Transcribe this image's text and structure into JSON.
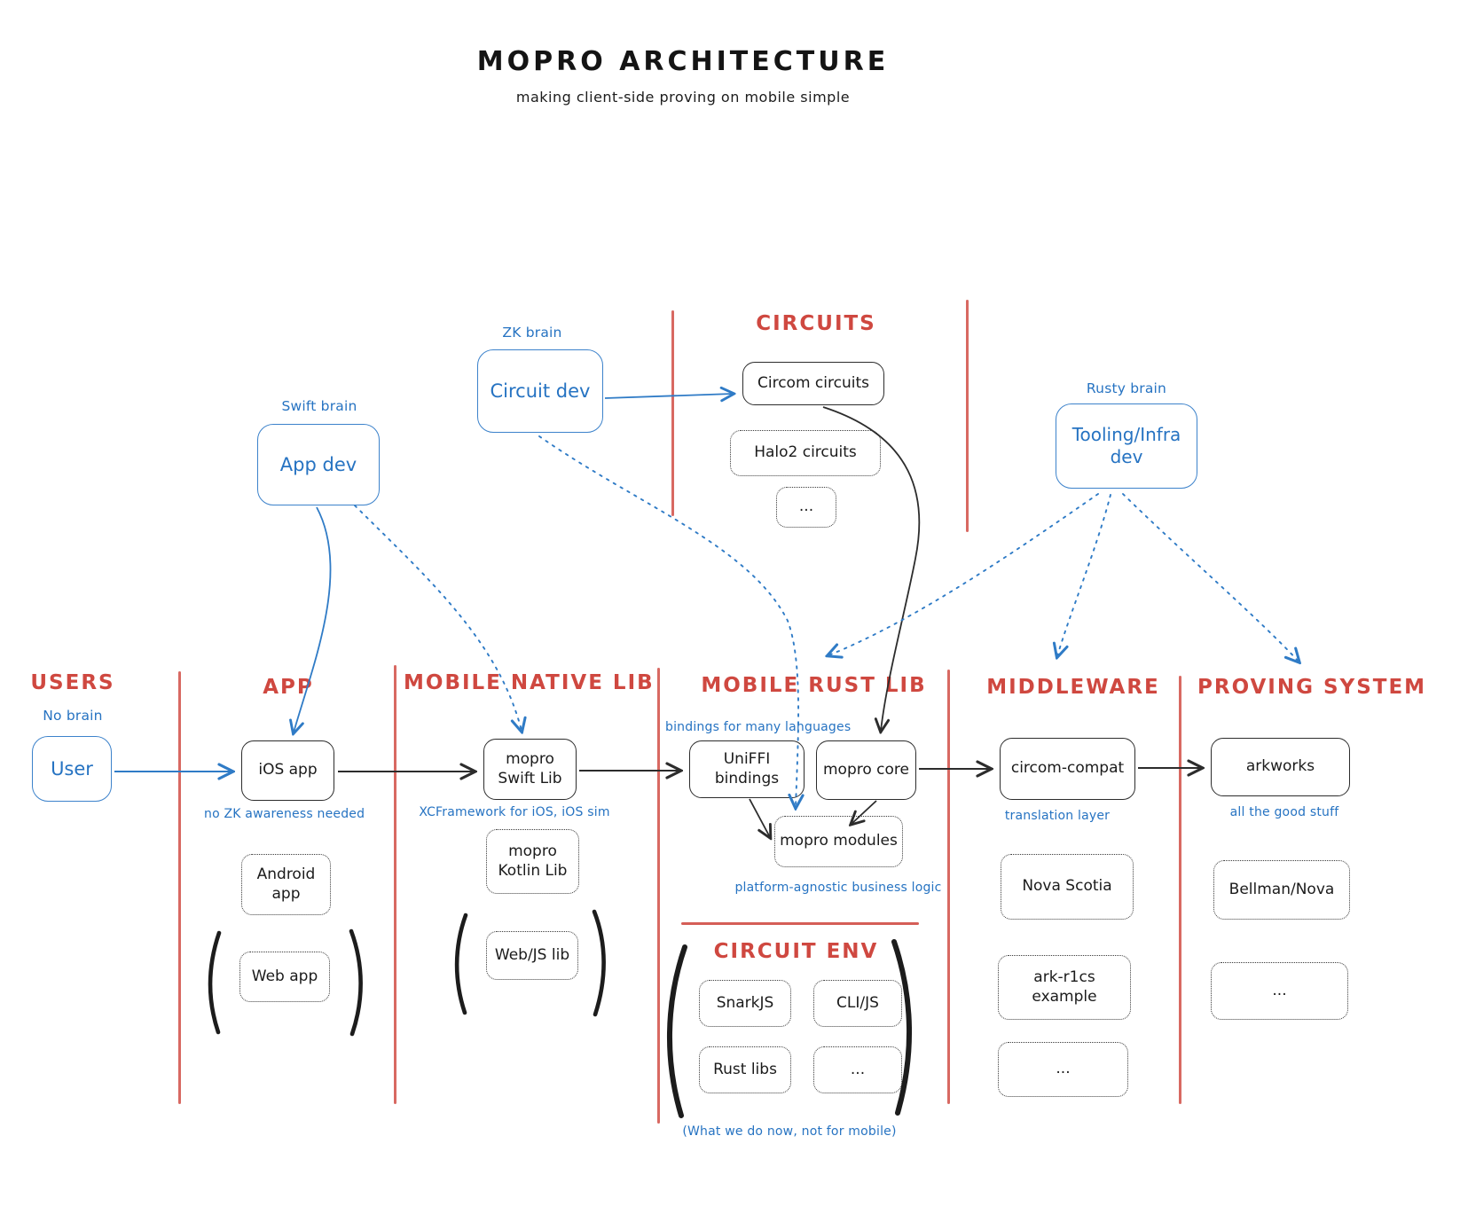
{
  "colors": {
    "red": "#cf4840",
    "blue": "#2673c2",
    "ink": "#2c2c2c"
  },
  "header": {
    "title": "MOPRO ARCHITECTURE",
    "subtitle": "making client-side proving on mobile simple"
  },
  "personas": {
    "app_dev": {
      "note": "Swift brain",
      "label": "App dev"
    },
    "circuit_dev": {
      "note": "ZK brain",
      "label": "Circuit dev"
    },
    "tooling_dev": {
      "note": "Rusty brain",
      "label": "Tooling/Infra\ndev"
    }
  },
  "circuits": {
    "header": "CIRCUITS",
    "circom": "Circom circuits",
    "halo2": "Halo2 circuits",
    "more": "..."
  },
  "columns": {
    "users": {
      "header": "USERS",
      "note": "No brain",
      "user": "User"
    },
    "app": {
      "header": "APP",
      "ios": "iOS app",
      "note": "no ZK awareness needed",
      "android": "Android\napp",
      "web": "Web app"
    },
    "native": {
      "header": "MOBILE NATIVE LIB",
      "swift": "mopro\nSwift Lib",
      "note": "XCFramework for iOS, iOS sim",
      "kotlin": "mopro\nKotlin Lib",
      "webjs": "Web/JS lib"
    },
    "rust": {
      "header": "MOBILE RUST LIB",
      "note_top": "bindings for many languages",
      "uniffi": "UniFFI\nbindings",
      "core": "mopro core",
      "modules": "mopro modules",
      "note_bottom": "platform-agnostic business logic"
    },
    "middleware": {
      "header": "MIDDLEWARE",
      "compat": "circom-compat",
      "note": "translation layer",
      "nova": "Nova Scotia",
      "ark": "ark-r1cs\nexample",
      "more": "..."
    },
    "proving": {
      "header": "PROVING SYSTEM",
      "arkworks": "arkworks",
      "note": "all the good stuff",
      "bellman": "Bellman/Nova",
      "more": "..."
    }
  },
  "circuit_env": {
    "header": "CIRCUIT ENV",
    "snarkjs": "SnarkJS",
    "clijs": "CLI/JS",
    "rustlibs": "Rust libs",
    "more": "...",
    "caption": "(What we do now, not for mobile)"
  }
}
